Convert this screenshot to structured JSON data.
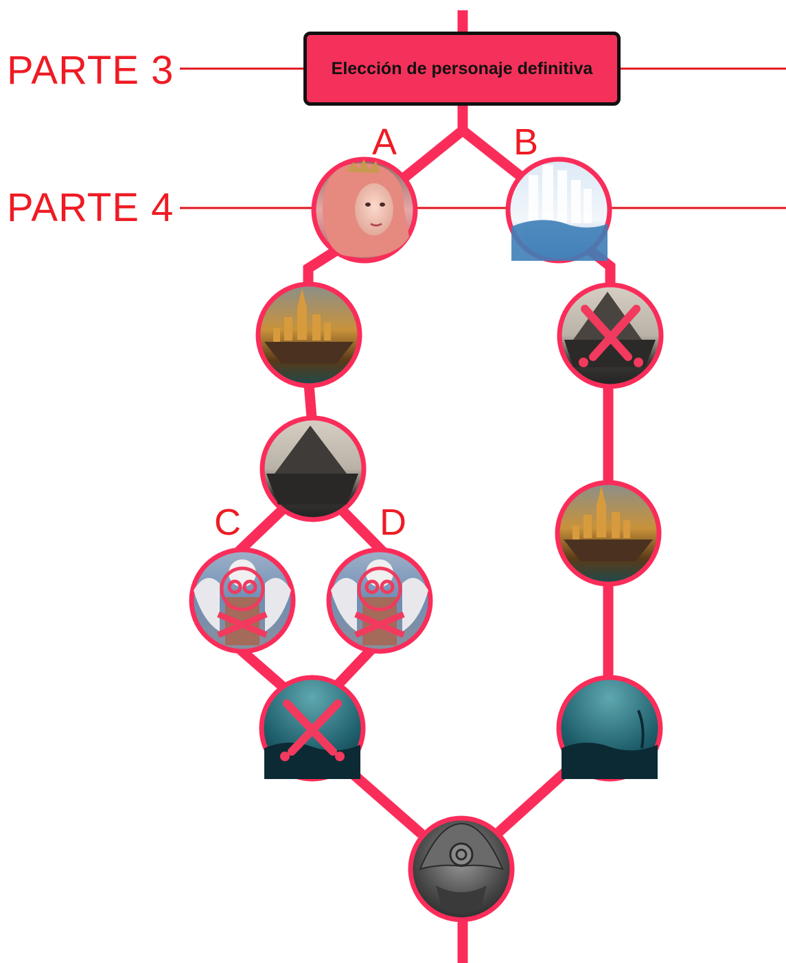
{
  "colors": {
    "path": "#fa2d5a",
    "label_red": "#ee1b24",
    "box_fill": "#f4315a",
    "timeline_red": "#e2141e"
  },
  "parts": [
    {
      "label": "PARTE 3"
    },
    {
      "label": "PARTE 4"
    }
  ],
  "decision": {
    "text": "Elección de personaje definitiva"
  },
  "branch_labels": [
    "A",
    "B",
    "C",
    "D"
  ],
  "nodes": [
    {
      "id": "elf-woman",
      "image": "portrait-elf-woman",
      "badge": ""
    },
    {
      "id": "ice-city",
      "image": "ice-city",
      "badge": ""
    },
    {
      "id": "golden-castle-a",
      "image": "golden-castle-island",
      "badge": ""
    },
    {
      "id": "volcano-battle",
      "image": "volcano-island",
      "badge": "crossed-swords-icon"
    },
    {
      "id": "volcano-a",
      "image": "volcano-island",
      "badge": ""
    },
    {
      "id": "golden-castle-b",
      "image": "golden-castle-island",
      "badge": ""
    },
    {
      "id": "winged-knight-c",
      "image": "winged-knight",
      "badge": "skull-crossbones-icon"
    },
    {
      "id": "winged-knight-d",
      "image": "winged-knight",
      "badge": "skull-crossbones-icon"
    },
    {
      "id": "underwater-battle",
      "image": "underwater-ruins",
      "badge": "crossed-swords-icon"
    },
    {
      "id": "underwater-b",
      "image": "underwater-ruins",
      "badge": ""
    },
    {
      "id": "dark-emblem",
      "image": "dark-shell-emblem",
      "badge": ""
    }
  ]
}
